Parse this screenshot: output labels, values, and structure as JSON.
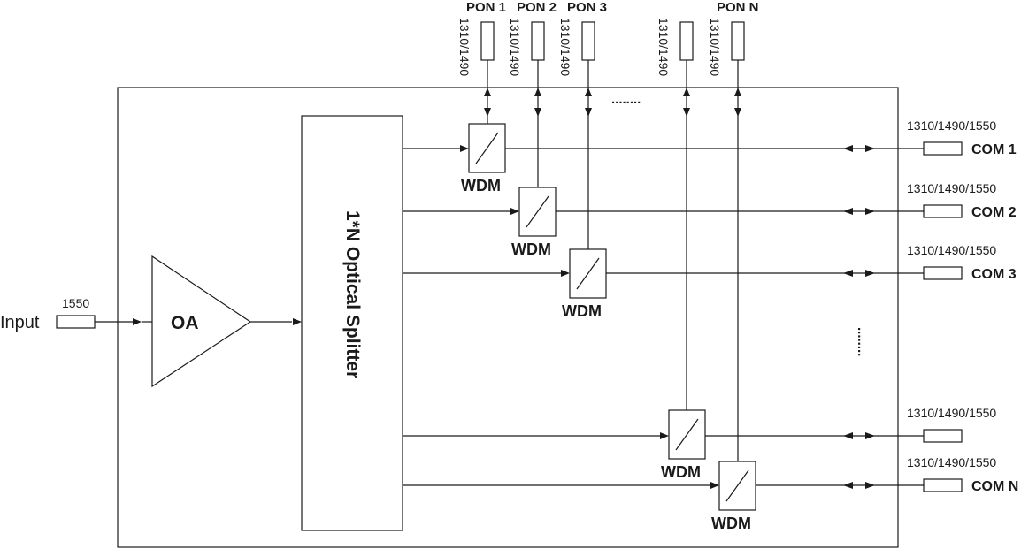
{
  "input": {
    "label": "Input",
    "wavelength": "1550"
  },
  "amplifier": {
    "label": "OA"
  },
  "splitter": {
    "label": "1*N Optical Splitter"
  },
  "wdm_label": "WDM",
  "pon_ports": [
    {
      "name": "PON 1",
      "wavelength": "1310/1490"
    },
    {
      "name": "PON 2",
      "wavelength": "1310/1490"
    },
    {
      "name": "PON 3",
      "wavelength": "1310/1490"
    },
    {
      "name": "",
      "wavelength": "1310/1490"
    },
    {
      "name": "PON N",
      "wavelength": "1310/1490"
    }
  ],
  "com_ports": [
    {
      "name": "COM 1",
      "wavelength": "1310/1490/1550"
    },
    {
      "name": "COM 2",
      "wavelength": "1310/1490/1550"
    },
    {
      "name": "COM 3",
      "wavelength": "1310/1490/1550"
    },
    {
      "name": "",
      "wavelength": "1310/1490/1550"
    },
    {
      "name": "COM N",
      "wavelength": "1310/1490/1550"
    }
  ],
  "ellipsis": "........"
}
